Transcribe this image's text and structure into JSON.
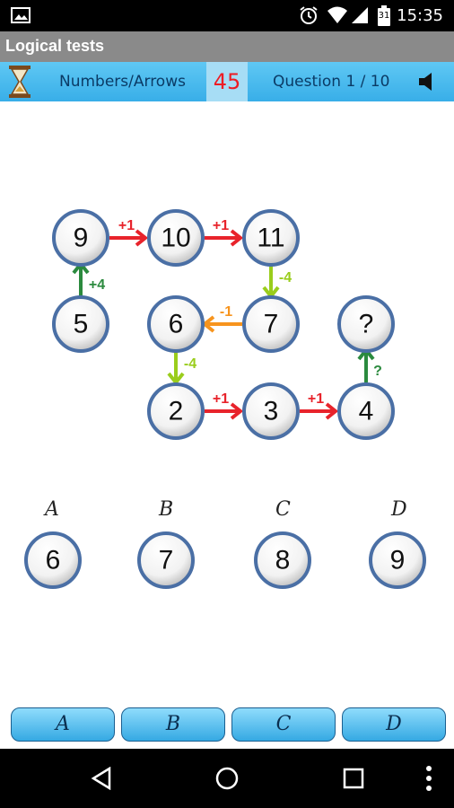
{
  "status_bar": {
    "time": "15:35",
    "calendar_day": "31"
  },
  "app": {
    "title": "Logical tests"
  },
  "toolbar": {
    "category": "Numbers/Arrows",
    "timer": "45",
    "question": "Question 1 / 10"
  },
  "puzzle": {
    "nodes": [
      "9",
      "10",
      "11",
      "5",
      "6",
      "7",
      "?",
      "2",
      "3",
      "4"
    ],
    "arrow_labels": [
      "+1",
      "+1",
      "+4",
      "-4",
      "-1",
      "-4",
      "+1",
      "+1",
      "?"
    ],
    "colors": {
      "plus1": "#e8232b",
      "plus4": "#2b8a3e",
      "minus4": "#9acd1c",
      "minus1": "#f7941d",
      "unknown": "#2b8a3e"
    }
  },
  "options": [
    {
      "letter": "A",
      "value": "6"
    },
    {
      "letter": "B",
      "value": "7"
    },
    {
      "letter": "C",
      "value": "8"
    },
    {
      "letter": "D",
      "value": "9"
    }
  ],
  "answer_buttons": [
    "A",
    "B",
    "C",
    "D"
  ],
  "icons": {
    "hourglass": "hourglass-icon",
    "sound": "speaker-icon",
    "gallery": "image-icon"
  }
}
